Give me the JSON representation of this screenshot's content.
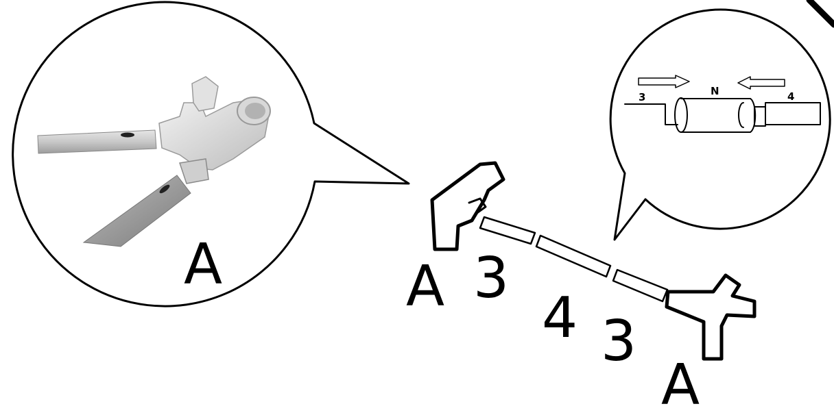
{
  "callout_left": {
    "label": "A"
  },
  "callout_right": {
    "left_part": "3",
    "connector": "N",
    "right_part": "4"
  },
  "assembly": {
    "corner_left": "A",
    "tube_1": "3",
    "tube_2": "4",
    "tube_3": "3",
    "corner_right": "A"
  },
  "colors": {
    "ink": "#000000",
    "photo_tube": "#a9a9a9",
    "photo_fitting": "#d6d6d6"
  }
}
